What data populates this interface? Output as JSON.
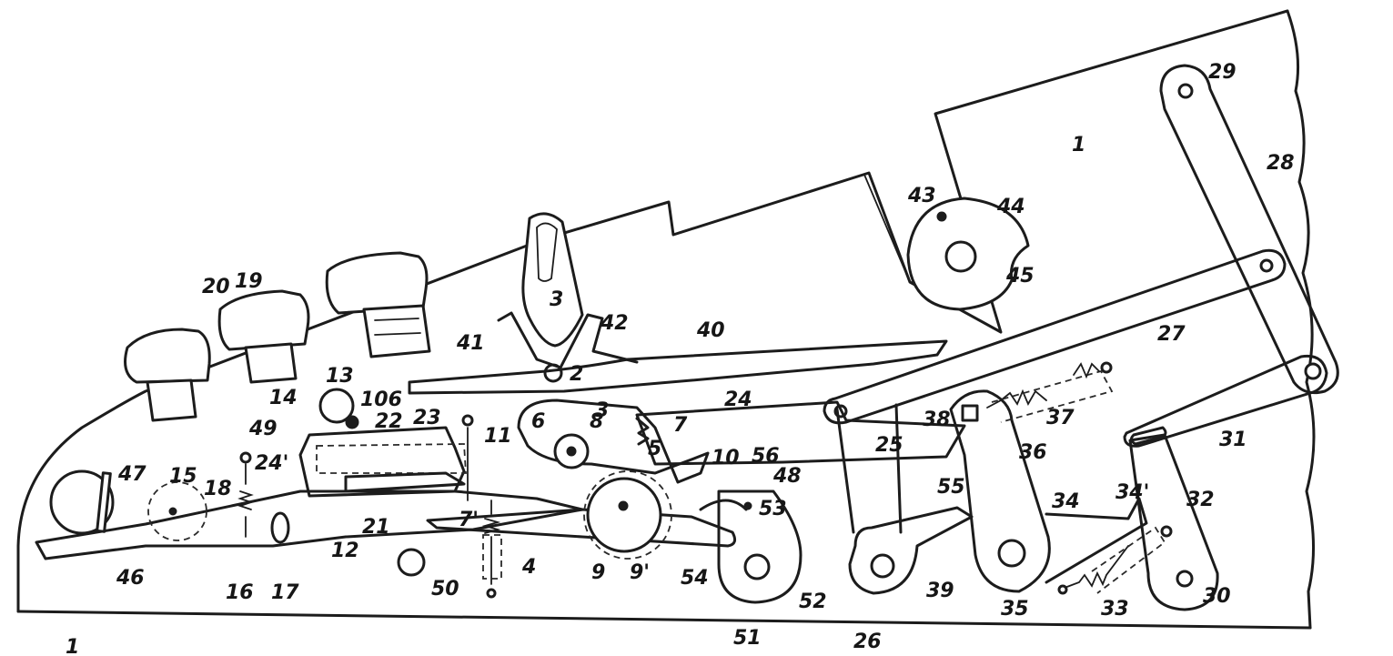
{
  "labels": {
    "l1_top": "1",
    "l1_bottom": "1",
    "l2": "2",
    "l26": "26",
    "l3_top": "3",
    "l3_mid": "3",
    "l4": "4",
    "l5": "5",
    "l6": "6",
    "l7": "7",
    "l7p": "7'",
    "l8": "8",
    "l9": "9",
    "l9p": "9'",
    "l10": "10",
    "l11": "11",
    "l12": "12",
    "l13": "13",
    "l14": "14",
    "l15": "15",
    "l16": "16",
    "l17": "17",
    "l18": "18",
    "l19": "19",
    "l20": "20",
    "l21": "21",
    "l22": "22",
    "l23": "23",
    "l24": "24",
    "l24p": "24'",
    "l25": "25",
    "l27": "27",
    "l28": "28",
    "l29": "29",
    "l30": "30",
    "l31": "31",
    "l32": "32",
    "l33": "33",
    "l34": "34",
    "l34p": "34'",
    "l35": "35",
    "l36": "36",
    "l37": "37",
    "l38": "38",
    "l39": "39",
    "l40": "40",
    "l41": "41",
    "l42": "42",
    "l43": "43",
    "l44": "44",
    "l45": "45",
    "l46": "46",
    "l47": "47",
    "l48": "48",
    "l49": "49",
    "l50": "50",
    "l51": "51",
    "l52": "52",
    "l53": "53",
    "l54": "54",
    "l55": "55",
    "l56": "56",
    "l106": "106"
  }
}
